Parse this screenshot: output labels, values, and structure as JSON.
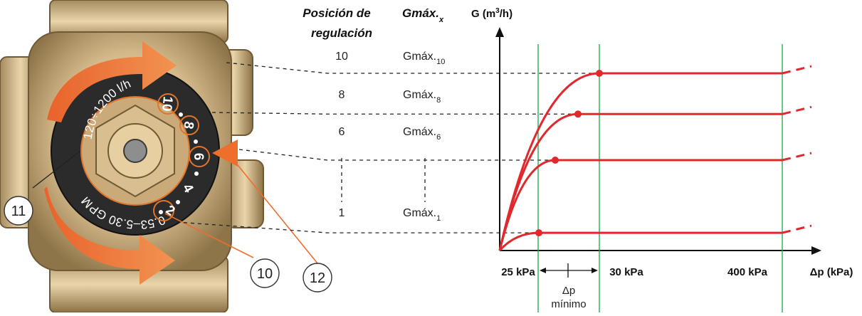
{
  "headers": {
    "position_line1": "Posición de",
    "position_line2": "regulación",
    "gmax_base": "Gmáx.",
    "gmax_sub": "x",
    "y_axis_base": "G (m",
    "y_axis_sup": "3",
    "y_axis_end": "/h)"
  },
  "rows": [
    {
      "position": "10",
      "gmax_base": "Gmáx.",
      "gmax_sub": "10"
    },
    {
      "position": "8",
      "gmax_base": "Gmáx.",
      "gmax_sub": "8"
    },
    {
      "position": "6",
      "gmax_base": "Gmáx.",
      "gmax_sub": "6"
    },
    {
      "position": "1",
      "gmax_base": "Gmáx.",
      "gmax_sub": "1"
    }
  ],
  "valve": {
    "dial_text_top": "120÷1200 l/h",
    "dial_text_bottom": "0.53–5.30 GPM",
    "dial_numbers": [
      "10",
      "8",
      "6",
      "4",
      "2"
    ]
  },
  "callouts": {
    "c11": "11",
    "c10": "10",
    "c12": "12"
  },
  "chart_data": {
    "type": "line",
    "x_tick_labels": [
      "25 kPa",
      "30 kPa",
      "400 kPa"
    ],
    "x_axis_label": "Δp (kPa)",
    "y_axis_label": "G (m³/h)",
    "annotation_line1": "Δp",
    "annotation_line2": "mínimo",
    "series": [
      {
        "name": "Gmáx.10",
        "position": 10,
        "plateau_rel": 1.0,
        "knee_at": "30 kPa"
      },
      {
        "name": "Gmáx.8",
        "position": 8,
        "plateau_rel": 0.77,
        "knee_at": "between 25 kPa and 30 kPa"
      },
      {
        "name": "Gmáx.6",
        "position": 6,
        "plateau_rel": 0.51,
        "knee_at": "between 25 kPa and 30 kPa"
      },
      {
        "name": "Gmáx.1",
        "position": 1,
        "plateau_rel": 0.1,
        "knee_at": "25 kPa"
      }
    ],
    "colors": {
      "curves": "#e0282d",
      "verticals": "#1aa34a",
      "axes": "#111111",
      "arrow": "#ee7a30"
    }
  }
}
